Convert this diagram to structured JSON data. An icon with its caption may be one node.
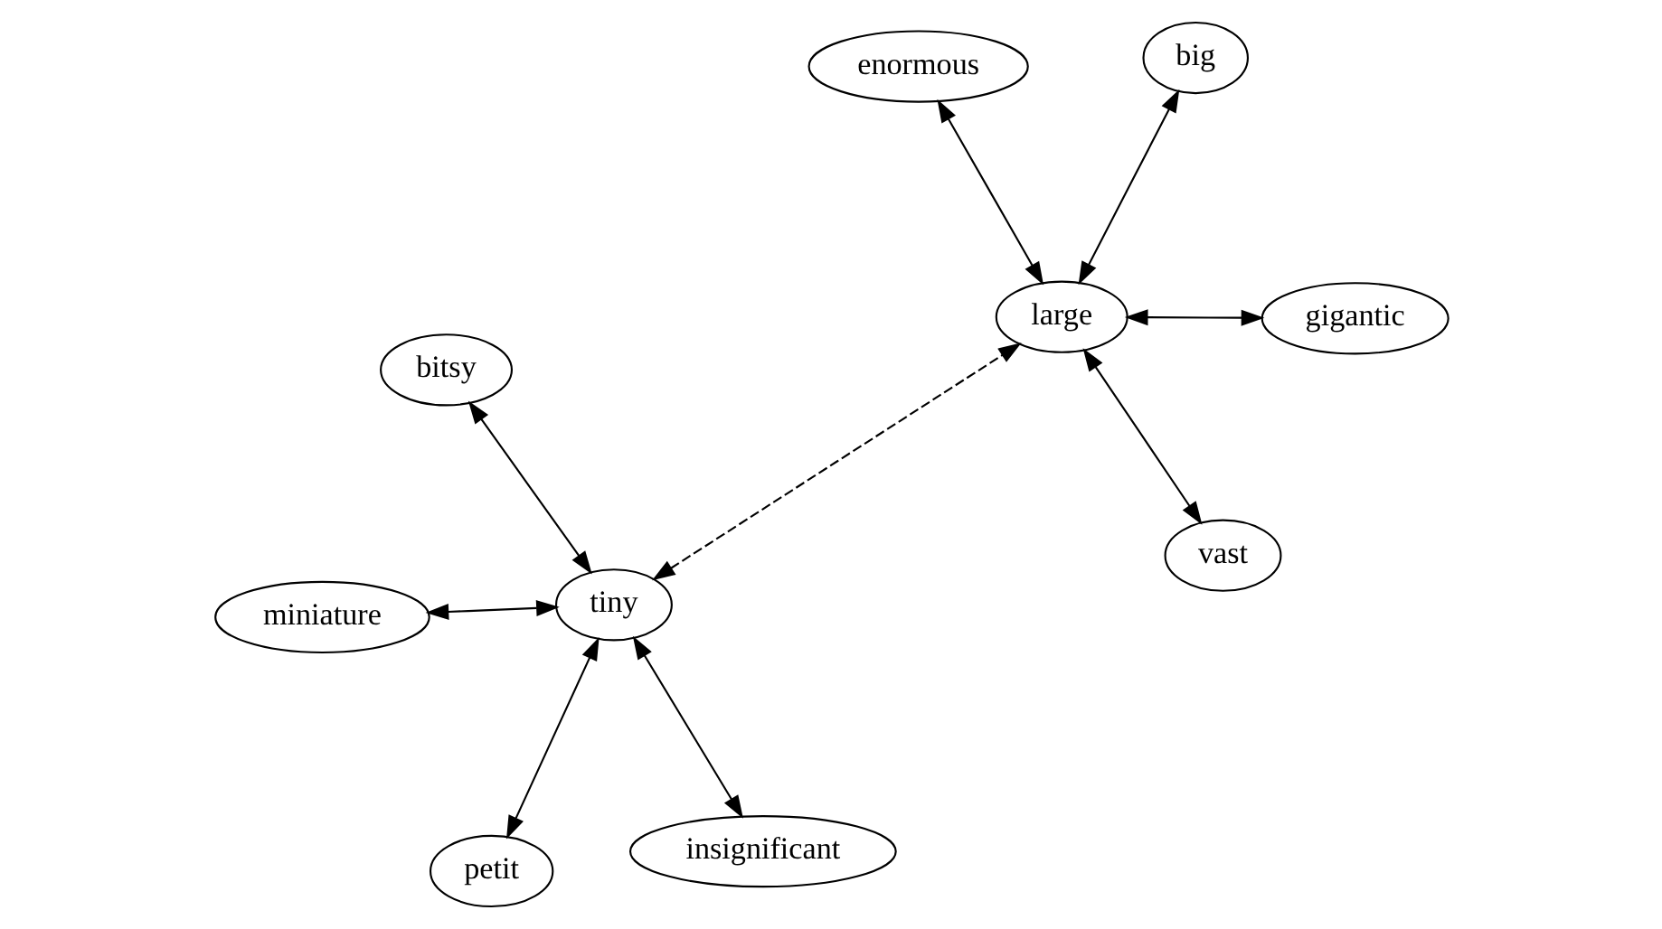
{
  "diagram": {
    "nodes": [
      {
        "text": [
          "bitsy"
        ]
      },
      {
        "text": [
          "big"
        ]
      },
      {
        "text": [
          "insignificant"
        ]
      },
      {
        "text": [
          "enormous"
        ]
      },
      {
        "text": [
          "tiny"
        ]
      },
      {
        "text": [
          "large"
        ]
      },
      {
        "text": [
          "miniature"
        ]
      },
      {
        "text": [
          "gigantic"
        ]
      },
      {
        "text": [
          "petit"
        ]
      },
      {
        "text": [
          "vast"
        ]
      }
    ],
    "edges": [
      {
        "from": 0,
        "to": 4,
        "arrow": "both"
      },
      {
        "from": 2,
        "to": 4,
        "arrow": "both"
      },
      {
        "from": 6,
        "to": 4,
        "arrow": "both"
      },
      {
        "from": 8,
        "to": 4,
        "arrow": "both"
      },
      {
        "from": 4,
        "to": 5,
        "arrow": "both",
        "style": "dashed"
      },
      {
        "from": 1,
        "to": 5,
        "arrow": "both"
      },
      {
        "from": 3,
        "to": 5,
        "arrow": "both"
      },
      {
        "from": 7,
        "to": 5,
        "arrow": "both"
      },
      {
        "from": 9,
        "to": 5,
        "arrow": "both"
      }
    ]
  }
}
